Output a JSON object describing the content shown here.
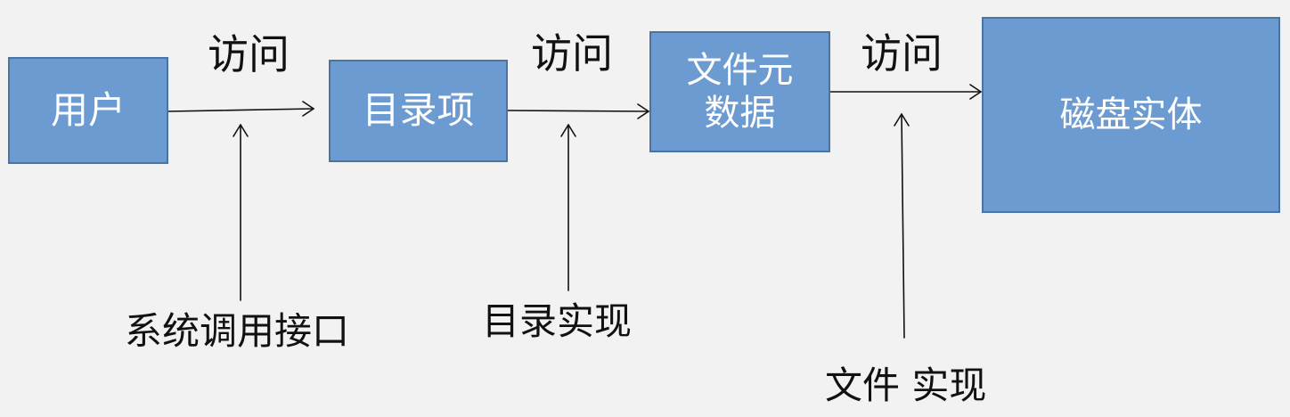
{
  "nodes": {
    "user": "用户",
    "directory_entry": "目录项",
    "file_metadata": [
      "文件元",
      "数据"
    ],
    "disk_entity": "磁盘实体"
  },
  "edge_labels": {
    "access_1": "访问",
    "access_2": "访问",
    "access_3": "访问"
  },
  "layer_labels": {
    "system_call_interface": "系统调用接口",
    "directory_implementation": "目录实现",
    "file_implementation": "文件 实现"
  },
  "colors": {
    "box_fill": "#6b9bd1",
    "box_border": "#4a74a6",
    "box_text": "#ffffff",
    "arrow": "#111111",
    "background": "#f2f2f2"
  }
}
